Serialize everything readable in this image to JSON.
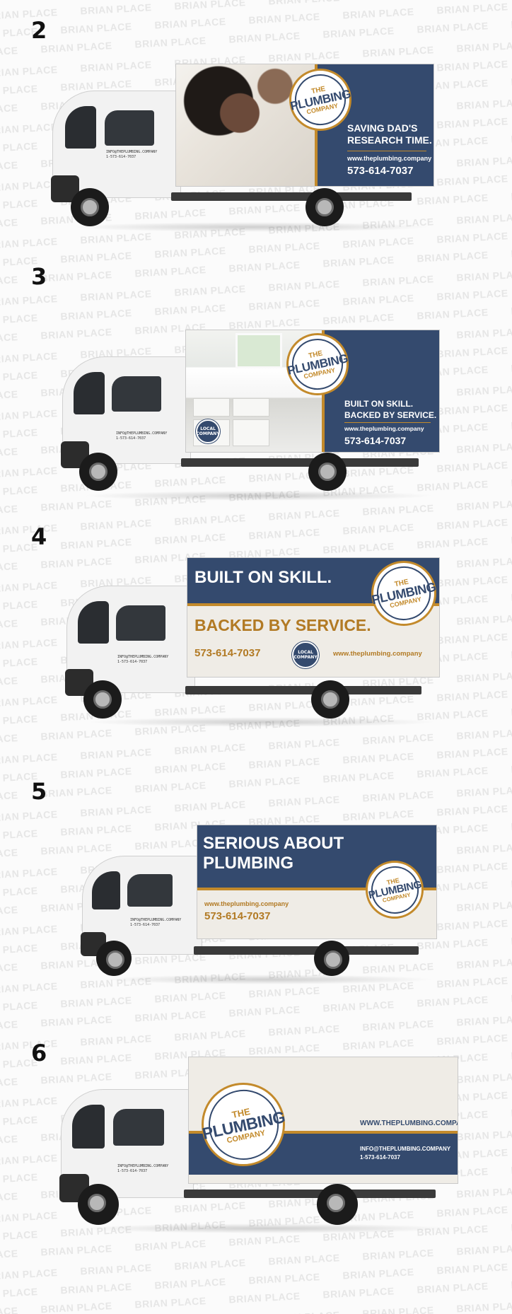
{
  "watermark_text": "BRIAN PLACE",
  "colors": {
    "navy": "#344a6e",
    "gold": "#c38a2b",
    "cream": "#efece6"
  },
  "logo": {
    "the": "THE",
    "main": "PLUMBING",
    "company": "COMPANY"
  },
  "cab_contact": {
    "email": "INFO@THEPLUMBING.COMPANY",
    "phone": "1-573-614-7037"
  },
  "seal_text": "LOCAL COMPANY",
  "designs": [
    {
      "number": "2",
      "headline_line1": "SAVING DAD'S",
      "headline_line2": "RESEARCH TIME.",
      "website": "www.theplumbing.company",
      "phone": "573-614-7037"
    },
    {
      "number": "3",
      "headline_line1": "BUILT ON SKILL.",
      "headline_line2": "BACKED BY SERVICE.",
      "website": "www.theplumbing.company",
      "phone": "573-614-7037"
    },
    {
      "number": "4",
      "headline_line1": "BUILT ON SKILL.",
      "headline_line2": "BACKED BY SERVICE.",
      "website": "www.theplumbing.company",
      "phone": "573-614-7037"
    },
    {
      "number": "5",
      "headline_line1": "SERIOUS ABOUT",
      "headline_line2": "PLUMBING",
      "website": "www.theplumbing.company",
      "phone": "573-614-7037"
    },
    {
      "number": "6",
      "website": "WWW.THEPLUMBING.COMPANY",
      "email": "INFO@THEPLUMBING.COMPANY",
      "phone": "1-573-614-7037"
    }
  ]
}
